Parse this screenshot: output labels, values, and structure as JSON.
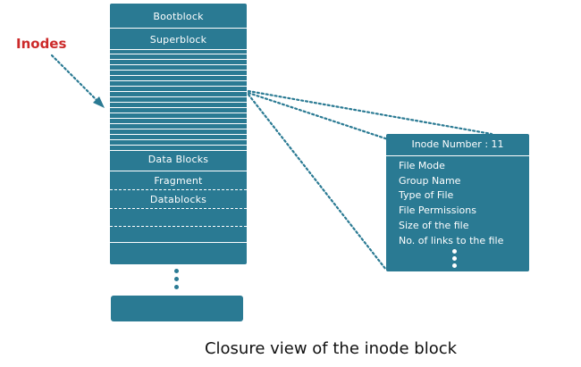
{
  "colors": {
    "accent": "#2a7a93",
    "label_red": "#cc2a2a",
    "text_dark": "#111111",
    "connector": "#2a7a93"
  },
  "disk": {
    "bootblock": "Bootblock",
    "superblock": "Superblock",
    "data_blocks": "Data Blocks",
    "fragment": "Fragment",
    "datablocks": "Datablocks"
  },
  "inodes_label": "Inodes",
  "inode_card": {
    "title": "Inode Number : 11",
    "fields": [
      "File Mode",
      "Group Name",
      "Type of File",
      "File Permissions",
      "Size of the file",
      "No. of links to the file"
    ]
  },
  "caption": "Closure view of the inode block"
}
